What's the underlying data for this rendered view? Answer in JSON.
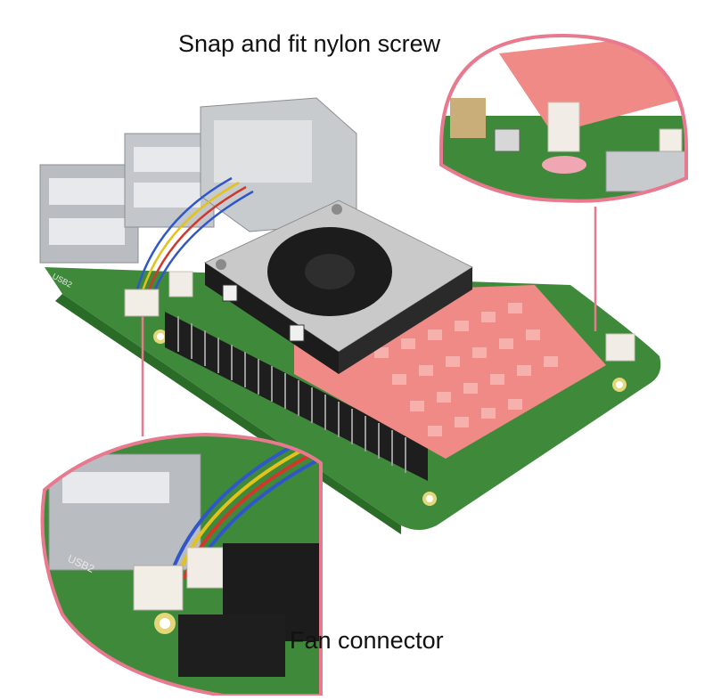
{
  "captions": {
    "top": "Snap and fit nylon screw",
    "bottom": "Fan connector"
  },
  "colors": {
    "callout_outline": "#e8798f",
    "pcb_green": "#3f8a3a",
    "heatsink_pink": "#ef8a86",
    "fan_frame": "#c9c9c9",
    "fan_body": "#1c1c1c",
    "usb_metal": "#b9bcc0",
    "header_pins": "#1e1e1e",
    "wire_blue": "#2f57c9",
    "wire_yellow": "#e3c21b",
    "wire_red": "#d1382b",
    "nylon_screw": "#f1ede6"
  },
  "board_labels": {
    "usb_label_main": "USB2",
    "usb_label_zoom": "USB2"
  }
}
